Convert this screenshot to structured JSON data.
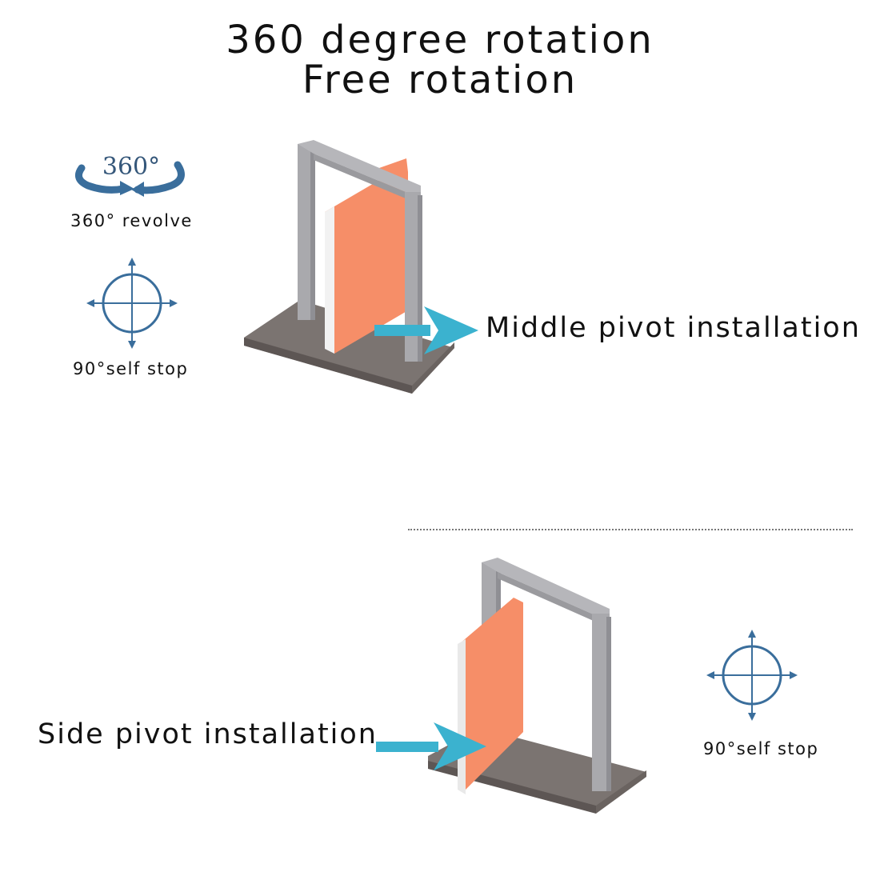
{
  "title": {
    "line1": "360 degree rotation",
    "line2": "Free rotation"
  },
  "top_section": {
    "badge_number": "360°",
    "revolve_label": "360° revolve",
    "self_stop_label": "90°self stop",
    "install_label": "Middle pivot installation"
  },
  "bottom_section": {
    "install_label": "Side pivot installation",
    "self_stop_label": "90°self stop"
  },
  "colors": {
    "door_panel": "#f68e68",
    "frame": "#a9a9ad",
    "floor": "#7b7471",
    "arrow": "#3bb2cf",
    "icon_blue": "#3a6e9c"
  },
  "icons": [
    "rotate-360-icon",
    "compass-cross-icon",
    "pivot-arrow-icon"
  ]
}
